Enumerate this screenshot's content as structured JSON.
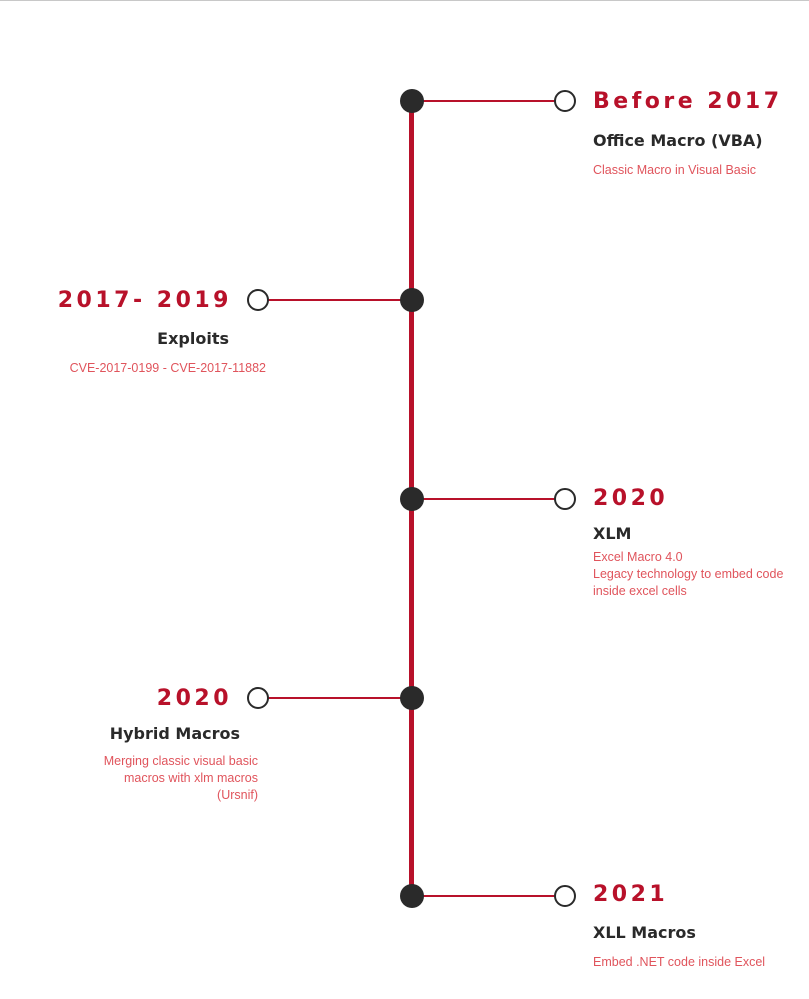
{
  "colors": {
    "accent": "#b8112a",
    "node": "#2a2a2a",
    "description": "#e0545c",
    "title": "#2a2a2a"
  },
  "timeline": [
    {
      "year": "Before 2017",
      "title": "Office Macro (VBA)",
      "description_lines": [
        "Classic Macro in Visual Basic"
      ]
    },
    {
      "year": "2017- 2019",
      "title": "Exploits",
      "description_lines": [
        "CVE-2017-0199 - CVE-2017-11882"
      ]
    },
    {
      "year": "2020",
      "title": "XLM",
      "description_lines": [
        "Excel Macro 4.0",
        "Legacy technology to embed code",
        "inside excel cells"
      ]
    },
    {
      "year": "2020",
      "title": "Hybrid Macros",
      "description_lines": [
        "Merging classic visual basic",
        "macros with xlm macros",
        "(Ursnif)"
      ]
    },
    {
      "year": "2021",
      "title": "XLL Macros",
      "description_lines": [
        "Embed .NET code inside Excel"
      ]
    }
  ]
}
